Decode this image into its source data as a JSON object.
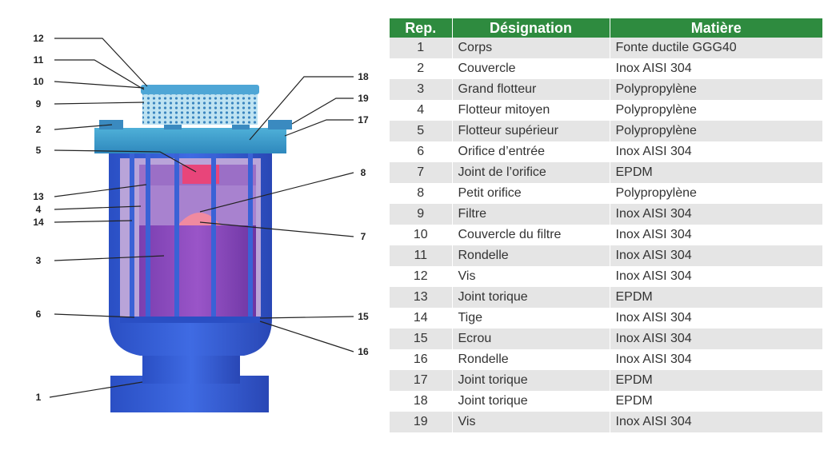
{
  "diagram": {
    "callouts": [
      {
        "id": "12",
        "label": "12"
      },
      {
        "id": "11",
        "label": "11"
      },
      {
        "id": "10",
        "label": "10"
      },
      {
        "id": "9",
        "label": "9"
      },
      {
        "id": "2",
        "label": "2"
      },
      {
        "id": "5",
        "label": "5"
      },
      {
        "id": "13",
        "label": "13"
      },
      {
        "id": "4",
        "label": "4"
      },
      {
        "id": "14",
        "label": "14"
      },
      {
        "id": "3",
        "label": "3"
      },
      {
        "id": "6",
        "label": "6"
      },
      {
        "id": "1",
        "label": "1"
      },
      {
        "id": "18",
        "label": "18"
      },
      {
        "id": "19",
        "label": "19"
      },
      {
        "id": "17",
        "label": "17"
      },
      {
        "id": "8",
        "label": "8"
      },
      {
        "id": "7",
        "label": "7"
      },
      {
        "id": "15",
        "label": "15"
      },
      {
        "id": "16",
        "label": "16"
      }
    ]
  },
  "table": {
    "headers": [
      "Rep.",
      "Désignation",
      "Matière"
    ],
    "rows": [
      [
        "1",
        "Corps",
        "Fonte ductile GGG40"
      ],
      [
        "2",
        "Couvercle",
        "Inox AISI 304"
      ],
      [
        "3",
        "Grand flotteur",
        "Polypropylène"
      ],
      [
        "4",
        "Flotteur mitoyen",
        "Polypropylène"
      ],
      [
        "5",
        "Flotteur supérieur",
        "Polypropylène"
      ],
      [
        "6",
        "Orifice d’entrée",
        "Inox AISI 304"
      ],
      [
        "7",
        "Joint de l’orifice",
        "EPDM"
      ],
      [
        "8",
        "Petit orifice",
        "Polypropylène"
      ],
      [
        "9",
        "Filtre",
        "Inox AISI 304"
      ],
      [
        "10",
        "Couvercle du filtre",
        "Inox AISI 304"
      ],
      [
        "11",
        "Rondelle",
        "Inox AISI 304"
      ],
      [
        "12",
        "Vis",
        "Inox AISI 304"
      ],
      [
        "13",
        "Joint torique",
        "EPDM"
      ],
      [
        "14",
        "Tige",
        "Inox AISI 304"
      ],
      [
        "15",
        "Ecrou",
        "Inox AISI 304"
      ],
      [
        "16",
        "Rondelle",
        "Inox AISI 304"
      ],
      [
        "17",
        "Joint torique",
        "EPDM"
      ],
      [
        "18",
        "Joint torique",
        "EPDM"
      ],
      [
        "19",
        "Vis",
        "Inox AISI 304"
      ]
    ]
  }
}
